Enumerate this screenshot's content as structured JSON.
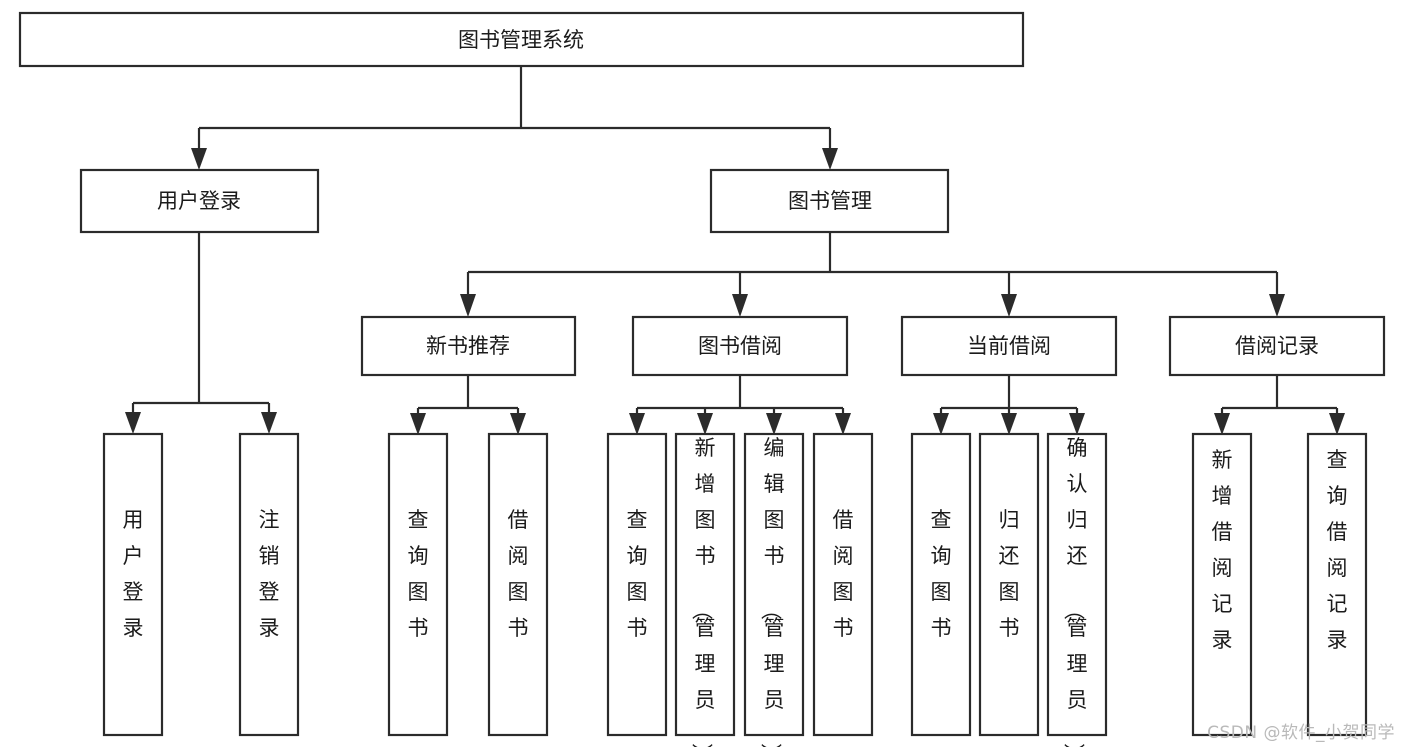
{
  "diagram": {
    "title": "图书管理系统",
    "type": "tree",
    "watermark": "CSDN @软件_小贺同学",
    "colors": {
      "box_stroke": "#2b2b2b",
      "box_fill": "#ffffff",
      "text": "#1b1b1b",
      "connector": "#2b2b2b",
      "background": "#ffffff",
      "watermark": "#b9b9b9"
    },
    "root": {
      "label": "图书管理系统"
    },
    "level1": [
      {
        "label": "用户登录"
      },
      {
        "label": "图书管理"
      }
    ],
    "level2": [
      {
        "label": "新书推荐"
      },
      {
        "label": "图书借阅"
      },
      {
        "label": "当前借阅"
      },
      {
        "label": "借阅记录"
      }
    ],
    "leaves": {
      "user_login": [
        {
          "label": "用户登录"
        },
        {
          "label": "注销登录"
        }
      ],
      "new_book_recommend": [
        {
          "label": "查询图书"
        },
        {
          "label": "借阅图书"
        }
      ],
      "book_borrow": [
        {
          "label": "查询图书"
        },
        {
          "label": "新增图书（管理员）"
        },
        {
          "label": "编辑图书（管理员）"
        },
        {
          "label": "借阅图书"
        }
      ],
      "current_borrow": [
        {
          "label": "查询图书"
        },
        {
          "label": "归还图书"
        },
        {
          "label": "确认归还（管理员）"
        }
      ],
      "borrow_record": [
        {
          "label": "新增借阅记录"
        },
        {
          "label": "查询借阅记录"
        }
      ]
    }
  }
}
